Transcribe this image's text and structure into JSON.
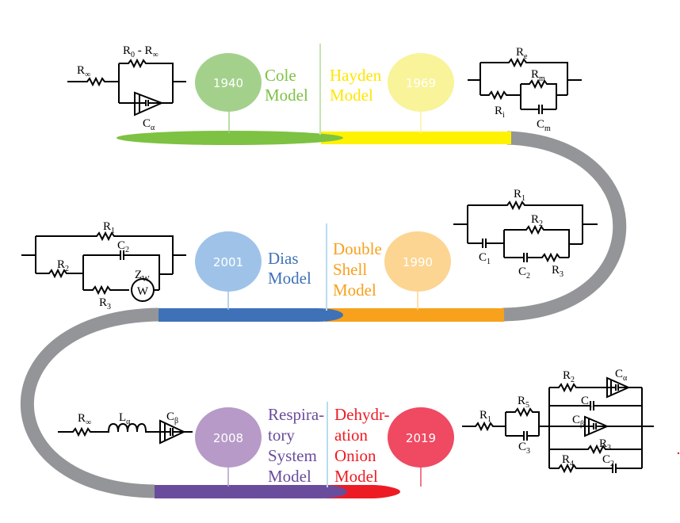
{
  "title": "Timeline of bioimpedance equivalent circuit models",
  "colors": {
    "track": "#939598",
    "cole": "#7dc242",
    "cole_circle": "#a3d18c",
    "hayden": "#fff200",
    "hayden_circle": "#f9f39a",
    "hayden_text": "#ffe600",
    "dias": "#3f71b8",
    "dias_circle": "#9fc3e8",
    "double_shell": "#f7a11c",
    "double_shell_circle": "#fcd592",
    "respiratory": "#6a4c9c",
    "respiratory_circle": "#b79ac8",
    "onion": "#ed1c24",
    "onion_circle": "#ef4a62",
    "divider_green": "#c5e3b1",
    "divider_blue": "#b8dcf0"
  },
  "models": [
    {
      "year": "1940",
      "name_lines": [
        "Cole",
        "Model"
      ]
    },
    {
      "year": "1969",
      "name_lines": [
        "Hayden",
        "Model"
      ]
    },
    {
      "year": "2001",
      "name_lines": [
        "Dias",
        "Model"
      ]
    },
    {
      "year": "1990",
      "name_lines": [
        "Double",
        "Shell",
        "Model"
      ]
    },
    {
      "year": "2008",
      "name_lines": [
        "Respira-",
        "tory",
        "System",
        "Model"
      ]
    },
    {
      "year": "2019",
      "name_lines": [
        "Dehydr-",
        "ation",
        "Onion",
        "Model"
      ]
    }
  ],
  "circuits": {
    "cole": {
      "r_inf": "R",
      "r_inf_sub": "∞",
      "r0": "R",
      "r0_sub": "0",
      "dash": " - R",
      "r0_sub2": "∞",
      "c": "C",
      "c_sub": "α"
    },
    "hayden": {
      "re": "R",
      "re_sub": "e",
      "rm": "R",
      "rm_sub": "m",
      "ri": "R",
      "ri_sub": "i",
      "cm": "C",
      "cm_sub": "m"
    },
    "dias": {
      "r1": "R",
      "r1_sub": "1",
      "c2": "C",
      "c2_sub": "2",
      "r2": "R",
      "r2_sub": "2",
      "zw": "Z",
      "zw_sub": "W",
      "w": "W",
      "r3": "R",
      "r3_sub": "3"
    },
    "double_shell": {
      "r1": "R",
      "r1_sub": "1",
      "r2": "R",
      "r2_sub": "2",
      "c1": "C",
      "c1_sub": "1",
      "c2": "C",
      "c2_sub": "2",
      "r3": "R",
      "r3_sub": "3"
    },
    "respiratory": {
      "r": "R",
      "r_sub": "∞",
      "l": "L",
      "l_sub": "α",
      "c": "C",
      "c_sub": "β"
    },
    "onion": {
      "r1": "R",
      "r1_sub": "1",
      "r5": "R",
      "r5_sub": "5",
      "c3": "C",
      "c3_sub": "3",
      "r2": "R",
      "r2_sub": "2",
      "ca": "C",
      "ca_sub": "α",
      "c1": "C",
      "c1_sub": "1",
      "cb": "C",
      "cb_sub": "β",
      "r3": "R",
      "r3_sub": "3",
      "r4": "R",
      "r4_sub": "4",
      "c2": "C",
      "c2_sub": "2"
    }
  }
}
